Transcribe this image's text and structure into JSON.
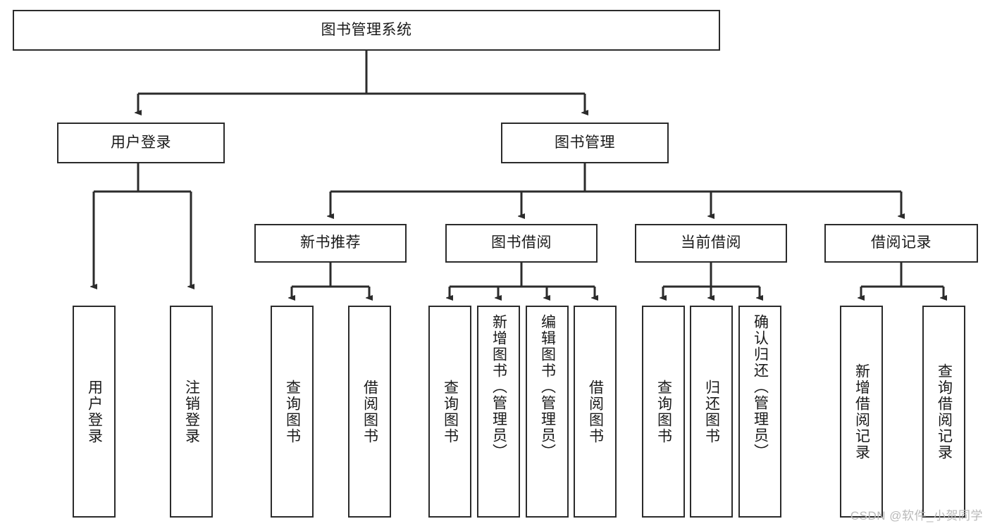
{
  "diagram": {
    "type": "tree-hierarchy",
    "title": "图书管理系统",
    "root": {
      "id": "root",
      "label": "图书管理系统"
    },
    "level2": [
      {
        "id": "user-login",
        "label": "用户登录"
      },
      {
        "id": "book-manage",
        "label": "图书管理"
      }
    ],
    "level3": [
      {
        "id": "new-book-rec",
        "label": "新书推荐",
        "parent": "book-manage"
      },
      {
        "id": "book-borrow",
        "label": "图书借阅",
        "parent": "book-manage"
      },
      {
        "id": "current-borrow",
        "label": "当前借阅",
        "parent": "book-manage"
      },
      {
        "id": "borrow-record",
        "label": "借阅记录",
        "parent": "book-manage"
      }
    ],
    "leaves": {
      "user_login": [
        {
          "id": "leaf-user-login",
          "label": "用户登录"
        },
        {
          "id": "leaf-user-logout",
          "label": "注销登录"
        }
      ],
      "new_book_rec": [
        {
          "id": "leaf-query-book-1",
          "label": "查询图书"
        },
        {
          "id": "leaf-borrow-book-1",
          "label": "借阅图书"
        }
      ],
      "book_borrow": [
        {
          "id": "leaf-query-book-2",
          "label": "查询图书"
        },
        {
          "id": "leaf-add-book",
          "label": "新增图书（管理员）"
        },
        {
          "id": "leaf-edit-book",
          "label": "编辑图书（管理员）"
        },
        {
          "id": "leaf-borrow-book-2",
          "label": "借阅图书"
        }
      ],
      "current_borrow": [
        {
          "id": "leaf-query-book-3",
          "label": "查询图书"
        },
        {
          "id": "leaf-return-book",
          "label": "归还图书"
        },
        {
          "id": "leaf-confirm-return",
          "label": "确认归还（管理员）"
        }
      ],
      "borrow_record": [
        {
          "id": "leaf-add-record",
          "label": "新增借阅记录"
        },
        {
          "id": "leaf-query-record",
          "label": "查询借阅记录"
        }
      ]
    }
  },
  "watermark": {
    "text": "CSDN @软件_小贺同学"
  },
  "colors": {
    "stroke": "#2b2b2b",
    "background": "#ffffff",
    "text": "#1a1a1a",
    "watermark": "#b9b9b9"
  }
}
